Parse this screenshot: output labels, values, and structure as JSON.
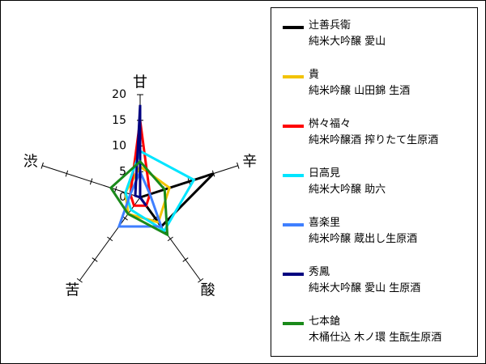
{
  "chart_data": {
    "type": "radar",
    "axes": [
      "甘",
      "辛",
      "酸",
      "苦",
      "渋"
    ],
    "ticks": [
      "0",
      "5",
      "10",
      "15",
      "20"
    ],
    "rmax": 20,
    "series": [
      {
        "name": "辻善兵衛",
        "sub": "純米大吟醸 愛山",
        "color": "#000000",
        "values": [
          0,
          15,
          7,
          0,
          0
        ]
      },
      {
        "name": "貴",
        "sub": "純米吟醸 山田錦 生酒",
        "color": "#f2c300",
        "values": [
          6,
          6,
          6,
          4,
          3
        ]
      },
      {
        "name": "桝々福々",
        "sub": "純米吟醸酒 搾りたて生原酒",
        "color": "#ff0000",
        "values": [
          15,
          2,
          2,
          2,
          2
        ]
      },
      {
        "name": "日高見",
        "sub": "純米大吟醸 助六",
        "color": "#00e5ff",
        "values": [
          9,
          11,
          8,
          3,
          3
        ]
      },
      {
        "name": "喜楽里",
        "sub": "純米吟醸 蔵出し生原酒",
        "color": "#3f7fff",
        "values": [
          5,
          2,
          7,
          7,
          2
        ]
      },
      {
        "name": "秀鳳",
        "sub": "純米大吟醸 愛山 生原酒",
        "color": "#000080",
        "values": [
          18,
          0,
          2,
          0,
          1
        ]
      },
      {
        "name": "七本鎗",
        "sub": "木桶仕込 木ノ環 生酛生原酒",
        "color": "#1a8a1a",
        "values": [
          7,
          5,
          9,
          4,
          6
        ]
      }
    ]
  }
}
